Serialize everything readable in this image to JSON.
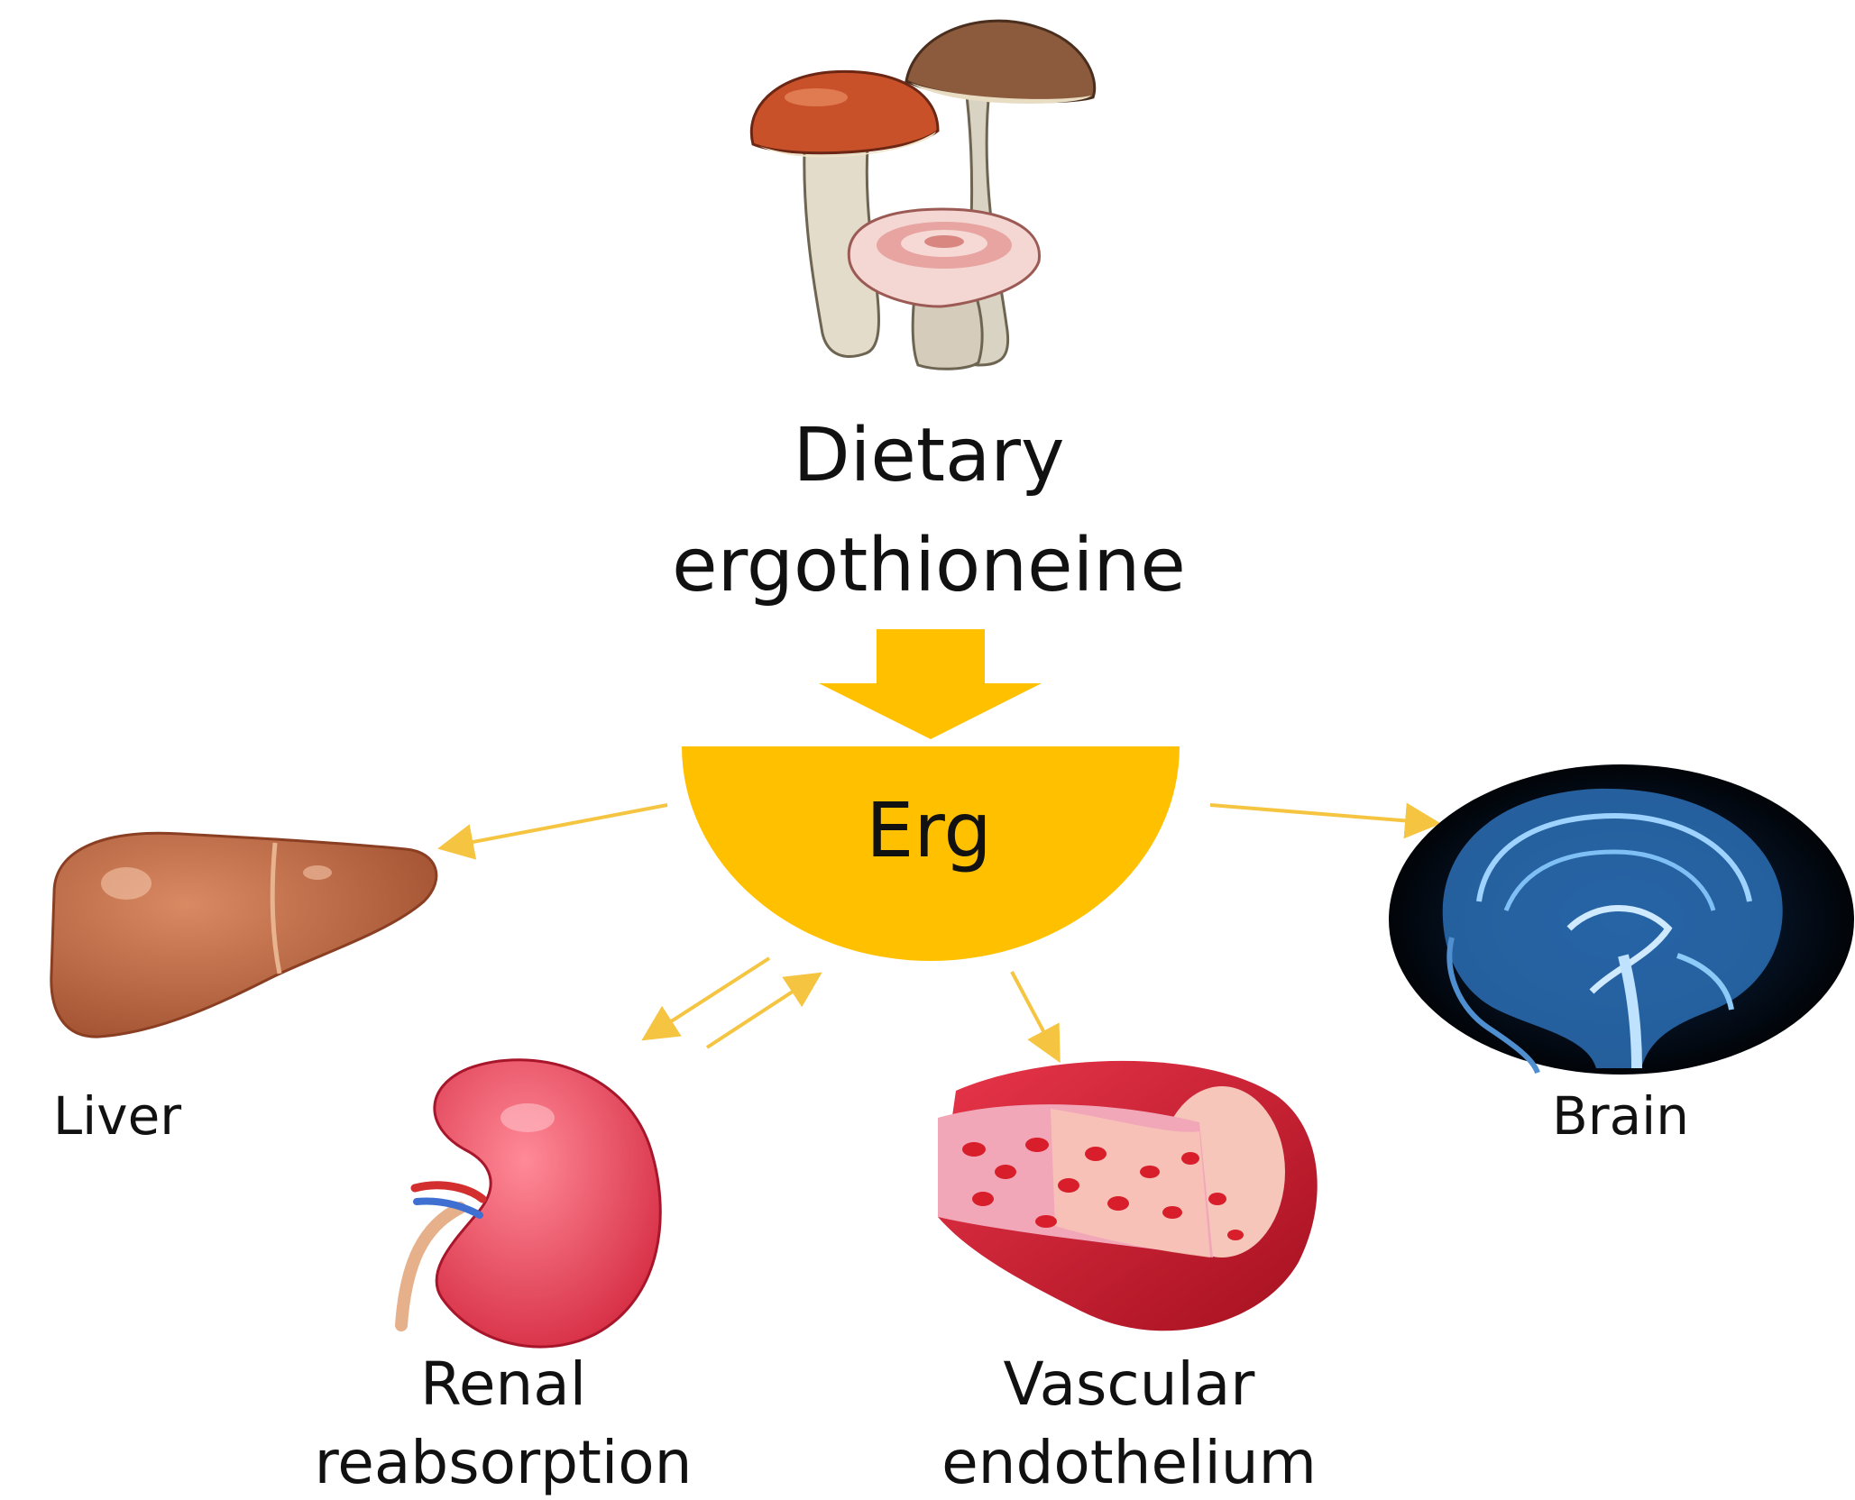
{
  "source": {
    "line1": "Dietary",
    "line2": "ergothioneine",
    "icon": "mushrooms-icon"
  },
  "center": {
    "label": "Erg"
  },
  "targets": {
    "liver": {
      "label": "Liver",
      "icon": "liver-icon"
    },
    "kidney": {
      "line1": "Renal",
      "line2": "reabsorption",
      "icon": "kidney-icon"
    },
    "vessel": {
      "line1": "Vascular",
      "line2": "endothelium",
      "icon": "blood-vessel-icon"
    },
    "brain": {
      "label": "Brain",
      "icon": "brain-mri-icon"
    }
  },
  "colors": {
    "accent": "#FFC000",
    "arrow": "#F5C542"
  }
}
